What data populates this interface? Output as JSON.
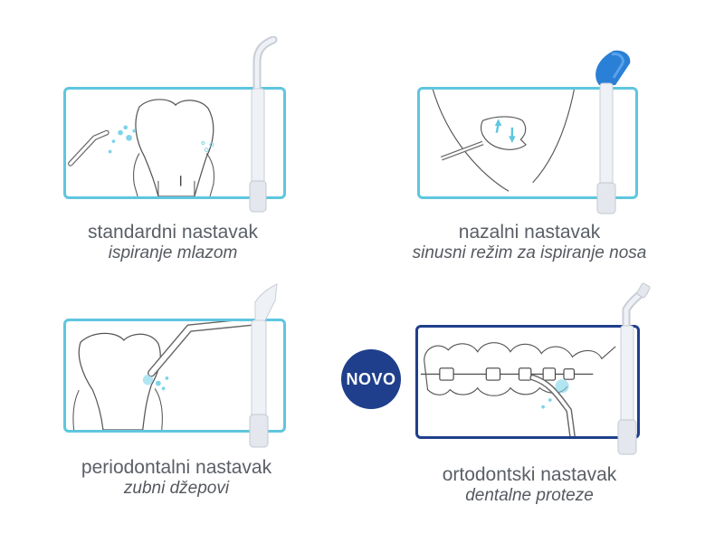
{
  "colors": {
    "accent_light": "#5fc6df",
    "accent_dark": "#1f3f8c",
    "nasal_tip": "#2a7fd6",
    "water": "#7fd3ea"
  },
  "items": [
    {
      "name": "standardni nastavak",
      "desc": "ispiranje mlazom"
    },
    {
      "name": "nazalni nastavak",
      "desc": "sinusni režim za ispiranje nosa"
    },
    {
      "name": "periodontalni nastavak",
      "desc": "zubni džepovi"
    },
    {
      "name": "ortodontski nastavak",
      "desc": "dentalne proteze"
    }
  ],
  "badge": {
    "label": "NOVO"
  }
}
